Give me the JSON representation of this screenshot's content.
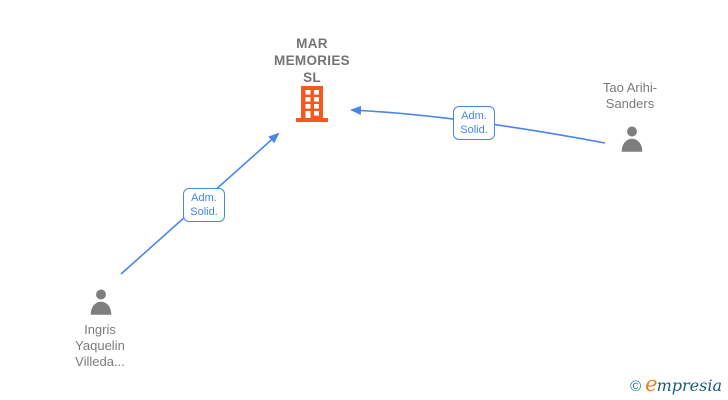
{
  "diagram": {
    "company": {
      "name": "MAR MEMORIES SL",
      "icon": "building-icon",
      "icon_color": "#f4571f"
    },
    "persons": [
      {
        "name": "Tao Arihi-Sanders",
        "icon": "person-icon",
        "icon_color": "#7e7e7e"
      },
      {
        "name": "Ingris Yaquelin Villeda...",
        "icon": "person-icon",
        "icon_color": "#7e7e7e"
      }
    ],
    "edges": [
      {
        "label": "Adm. Solid.",
        "from": "Tao Arihi-Sanders",
        "to": "MAR MEMORIES SL"
      },
      {
        "label": "Adm. Solid.",
        "from": "Ingris Yaquelin Villeda...",
        "to": "MAR MEMORIES SL"
      }
    ],
    "colors": {
      "edge_blue": "#4a86e8",
      "label_text_blue": "#4285f4",
      "building_orange": "#f4571f",
      "person_gray": "#7e7e7e",
      "name_text_gray": "#7b7b7b"
    }
  },
  "footer": {
    "copyright_symbol": "©",
    "brand_initial": "e",
    "brand_rest": "mpresia"
  }
}
